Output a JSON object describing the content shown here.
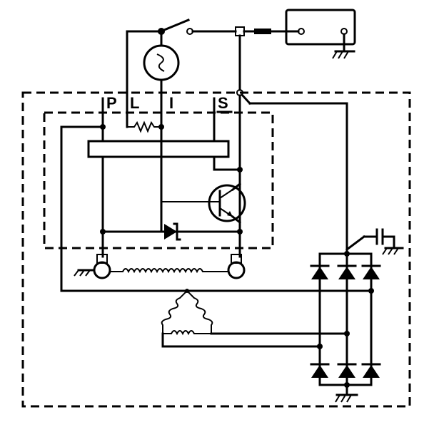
{
  "terminals": {
    "p": "P",
    "l": "L",
    "i": "I",
    "s": "S"
  },
  "colors": {
    "line": "#000000",
    "background": "#ffffff"
  }
}
